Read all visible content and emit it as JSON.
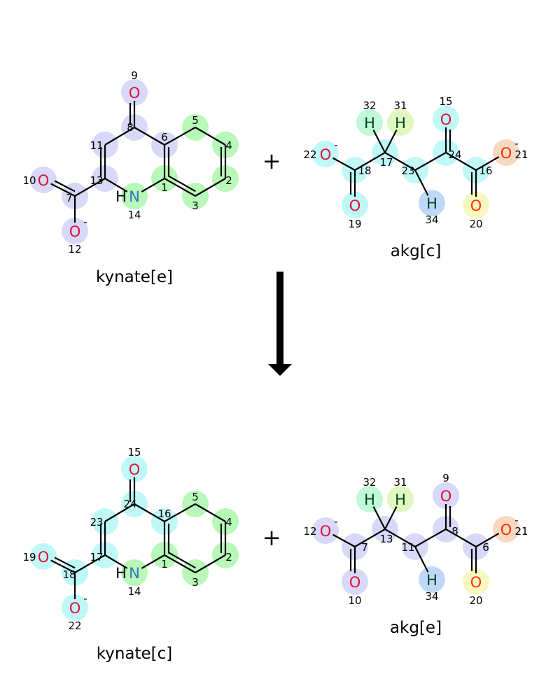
{
  "reaction": {
    "plus": "+",
    "reactants": [
      {
        "name": "kynate[e]",
        "template": "kyn",
        "atoms": [
          {
            "n": "9",
            "el": "O",
            "color": "#d8d8f8"
          },
          {
            "n": "8",
            "el": "C",
            "color": "#d8d8f8"
          },
          {
            "n": "11",
            "el": "C",
            "color": "#d8d8f8"
          },
          {
            "n": "13",
            "el": "C",
            "color": "#d8d8f8"
          },
          {
            "n": "14",
            "el": "HN",
            "color": "#b8f8b8"
          },
          {
            "n": "6",
            "el": "C",
            "color": "#d8d8f8"
          },
          {
            "n": "1",
            "el": "C",
            "color": "#b8f8b8"
          },
          {
            "n": "5",
            "el": "C",
            "color": "#b8f8b8"
          },
          {
            "n": "4",
            "el": "C",
            "color": "#b8f8b8"
          },
          {
            "n": "2",
            "el": "C",
            "color": "#b8f8b8"
          },
          {
            "n": "3",
            "el": "C",
            "color": "#b8f8b8"
          },
          {
            "n": "7",
            "el": "C",
            "color": "#d8d8f8"
          },
          {
            "n": "10",
            "el": "O",
            "color": "#d8d8f8"
          },
          {
            "n": "12",
            "el": "O",
            "color": "#d8d8f8",
            "charge": "-"
          }
        ]
      },
      {
        "name": "akg[c]",
        "template": "akg",
        "atoms": [
          {
            "n": "22",
            "el": "O",
            "color": "#c0f8f8",
            "charge": "-"
          },
          {
            "n": "18",
            "el": "C",
            "color": "#c0f8f8"
          },
          {
            "n": "19",
            "el": "O",
            "color": "#c0f8f8"
          },
          {
            "n": "17",
            "el": "C",
            "color": "#c0f8f8"
          },
          {
            "n": "32",
            "el": "H",
            "color": "#c0f8d8"
          },
          {
            "n": "31",
            "el": "H",
            "color": "#e0f8c0"
          },
          {
            "n": "23",
            "el": "C",
            "color": "#c0f8f8"
          },
          {
            "n": "34",
            "el": "H",
            "color": "#c0d8f8"
          },
          {
            "n": "24",
            "el": "C",
            "color": "#c0f8f8"
          },
          {
            "n": "15",
            "el": "O",
            "color": "#c0f8f8"
          },
          {
            "n": "16",
            "el": "C",
            "color": "#c0f8f8"
          },
          {
            "n": "21",
            "el": "O",
            "color": "#f8d8c0",
            "charge": "-",
            "ocolor": "#ff3300"
          },
          {
            "n": "20",
            "el": "O",
            "color": "#f8f8c0",
            "ocolor": "#ff3300"
          }
        ]
      }
    ],
    "products": [
      {
        "name": "kynate[c]",
        "template": "kyn",
        "atoms": [
          {
            "n": "15",
            "el": "O",
            "color": "#c0f8f8"
          },
          {
            "n": "24",
            "el": "C",
            "color": "#c0f8f8"
          },
          {
            "n": "23",
            "el": "C",
            "color": "#c0f8f8"
          },
          {
            "n": "17",
            "el": "C",
            "color": "#c0f8f8"
          },
          {
            "n": "14",
            "el": "HN",
            "color": "#b8f8b8"
          },
          {
            "n": "16",
            "el": "C",
            "color": "#c0f8f8"
          },
          {
            "n": "1",
            "el": "C",
            "color": "#b8f8b8"
          },
          {
            "n": "5",
            "el": "C",
            "color": "#b8f8b8"
          },
          {
            "n": "4",
            "el": "C",
            "color": "#b8f8b8"
          },
          {
            "n": "2",
            "el": "C",
            "color": "#b8f8b8"
          },
          {
            "n": "3",
            "el": "C",
            "color": "#b8f8b8"
          },
          {
            "n": "18",
            "el": "C",
            "color": "#c0f8f8"
          },
          {
            "n": "19",
            "el": "O",
            "color": "#c0f8f8"
          },
          {
            "n": "22",
            "el": "O",
            "color": "#c0f8f8",
            "charge": "-"
          }
        ]
      },
      {
        "name": "akg[e]",
        "template": "akg",
        "atoms": [
          {
            "n": "12",
            "el": "O",
            "color": "#d8d8f8",
            "charge": "-"
          },
          {
            "n": "7",
            "el": "C",
            "color": "#d8d8f8"
          },
          {
            "n": "10",
            "el": "O",
            "color": "#d8d8f8"
          },
          {
            "n": "13",
            "el": "C",
            "color": "#d8d8f8"
          },
          {
            "n": "32",
            "el": "H",
            "color": "#c0f8d8"
          },
          {
            "n": "31",
            "el": "H",
            "color": "#e0f8c0"
          },
          {
            "n": "11",
            "el": "C",
            "color": "#d8d8f8"
          },
          {
            "n": "34",
            "el": "H",
            "color": "#c0d8f8"
          },
          {
            "n": "8",
            "el": "C",
            "color": "#d8d8f8"
          },
          {
            "n": "9",
            "el": "O",
            "color": "#d8d8f8"
          },
          {
            "n": "6",
            "el": "C",
            "color": "#d8d8f8"
          },
          {
            "n": "21",
            "el": "O",
            "color": "#f8d8c0",
            "charge": "-",
            "ocolor": "#ff3300"
          },
          {
            "n": "20",
            "el": "O",
            "color": "#f8f8c0",
            "ocolor": "#ff3300"
          }
        ]
      }
    ]
  },
  "colors": {
    "O": "#dd1133",
    "N": "#3377bb",
    "H": "#004422",
    "bond": "#000000"
  }
}
